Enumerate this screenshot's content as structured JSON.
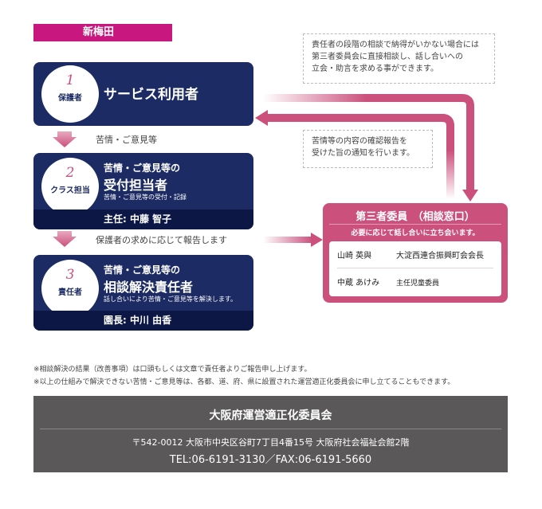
{
  "location_tag": "新梅田",
  "steps": [
    {
      "num": "1",
      "role": "保護者",
      "title": "サービス利用者"
    },
    {
      "num": "2",
      "role": "クラス担当",
      "line1": "苦情・ご意見等の",
      "title": "受付担当者",
      "sub": "苦情・ご意見等の受付・記録",
      "person": "主任: 中藤 智子"
    },
    {
      "num": "3",
      "role": "責任者",
      "line1": "苦情・ご意見等の",
      "title": "相談解決責任者",
      "sub": "話し合いにより苦情・ご意見等を解決します。",
      "person": "園長: 中川 由香"
    }
  ],
  "flow_labels": [
    "苦情・ご意見等",
    "保護者の求めに応じて報告します"
  ],
  "notes": [
    [
      "責任者の段階の相談で納得がいかない場合には",
      "第三者委員会に直接相談し、話し合いへの",
      "立会・助言を求める事ができます。"
    ],
    [
      "苦情等の内容の確認報告を",
      "受けた旨の通知を行います。"
    ]
  ],
  "third_party": {
    "title": "第三者委員　（相談窓口）",
    "subtitle": "必要に応じて話し合いに立ち会います。",
    "members": [
      {
        "name": "山崎 英與",
        "role": "大淀西連合振興町会会長"
      },
      {
        "name": "中蔵 あけみ",
        "role": "主任児童委員"
      }
    ]
  },
  "footnotes": [
    "※相談解決の結果（改善事項）は口頭もしくは文章で責任者よりご報告申し上げます。",
    "※以上の仕組みで解決できない苦情・ご意見等は、各都、道、府、県に設置された運営適正化委員会に申し立てることもできます。"
  ],
  "footer": {
    "title": "大阪府運営適正化委員会",
    "address": "〒542-0012 大阪市中央区谷町7丁目4番15号 大阪府社会福祉会館2階",
    "tel": "TEL:06-6191-3130／FAX:06-6191-5660"
  },
  "colors": {
    "navy": "#1c2b63",
    "pink": "#cb507c",
    "magenta": "#c8177f",
    "footer": "#5a5858"
  }
}
